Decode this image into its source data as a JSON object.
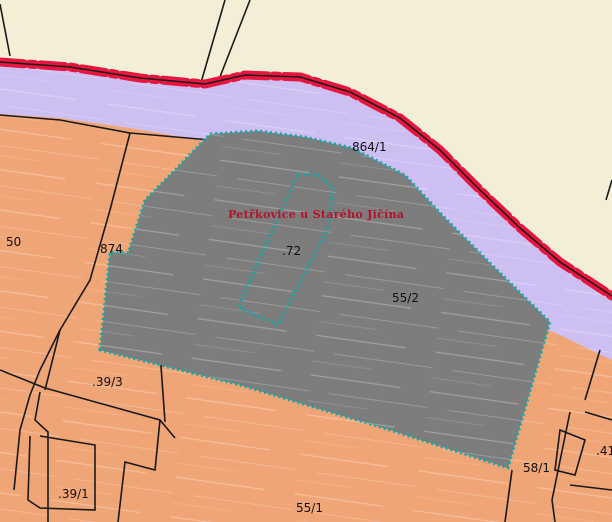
{
  "map": {
    "cadastre_name": "Petřkovice u Starého Jičína",
    "parcels": {
      "p864_1": "864/1",
      "p874": "874",
      "p72": ".72",
      "p55_2": "55/2",
      "p50": "50",
      "p39_3": ".39/3",
      "p39_1": ".39/1",
      "p55_1": "55/1",
      "p58_1": "58/1",
      "p41": ".41"
    },
    "colors": {
      "background": "#f3efd6",
      "waterway": "#cdbff2",
      "land_parcel": "#f0a576",
      "selected_parcel": "#7d7d7d",
      "selection_outline": "#13a8a8",
      "boundary_line": "#e8153f",
      "parcel_border": "#1a1a1a",
      "cadastre_label": "#b3122a"
    }
  }
}
